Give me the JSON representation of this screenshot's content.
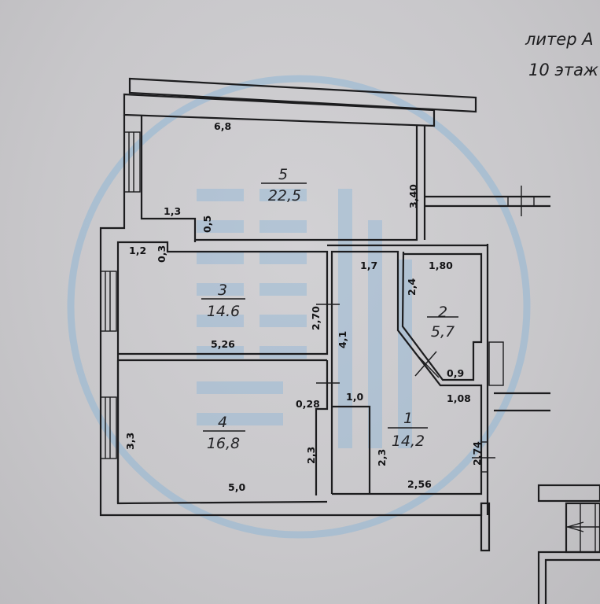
{
  "caption": {
    "line1": "литер А",
    "line2": "10 этаж"
  },
  "watermark": {
    "type": "circular-logo",
    "color": "#8fb6d6"
  },
  "rooms": [
    {
      "number": "5",
      "area": "22,5"
    },
    {
      "number": "3",
      "area": "14.6"
    },
    {
      "number": "4",
      "area": "16,8"
    },
    {
      "number": "2",
      "area": "5,7"
    },
    {
      "number": "1",
      "area": "14,2"
    }
  ],
  "dimensions": {
    "room5_top": "6,8",
    "room5_right": "3,40",
    "room5_ledge_w": "1,3",
    "room5_ledge_h": "0,5",
    "room3_ledge_w": "1,2",
    "room3_ledge_h": "0,3",
    "room3_bottom": "5,26",
    "room3_right": "2,70",
    "corridor_top": "1,7",
    "corridor_left": "4,1",
    "room2_top": "1,80",
    "room2_left": "2,4",
    "room2_bottom": "0,9",
    "room4_left": "3,3",
    "room4_bottom": "5,0",
    "room4_niche_w": "0,28",
    "room4_niche_h": "2,3",
    "hall_niche_w": "1,0",
    "hall_niche_h": "2,3",
    "room1_top": "1,08",
    "room1_right": "2,74",
    "room1_bottom": "2,56"
  }
}
